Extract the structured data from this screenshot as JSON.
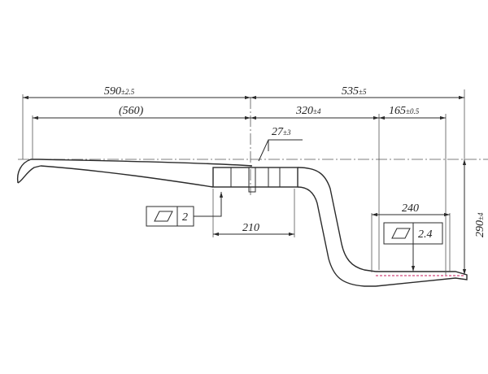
{
  "dimensions": {
    "overall_left": {
      "value": "590",
      "tolerance": "±2.5"
    },
    "overall_right": {
      "value": "535",
      "tolerance": "±5"
    },
    "ref_length": {
      "value": "(560)"
    },
    "mid_right": {
      "value": "320",
      "tolerance": "±4"
    },
    "tip_right": {
      "value": "165",
      "tolerance": "±0.5"
    },
    "angle": {
      "value": "27",
      "tolerance": "±3"
    },
    "seat_width": {
      "value": "210"
    },
    "pad_width": {
      "value": "240"
    },
    "height": {
      "value": "290",
      "tolerance": "±4"
    }
  },
  "flatness_left": {
    "symbol": "parallelogram",
    "value": "2"
  },
  "flatness_right": {
    "symbol": "parallelogram",
    "value": "2.4"
  },
  "colors": {
    "line": "#2b2b2b",
    "highlight": "#d0487a"
  }
}
